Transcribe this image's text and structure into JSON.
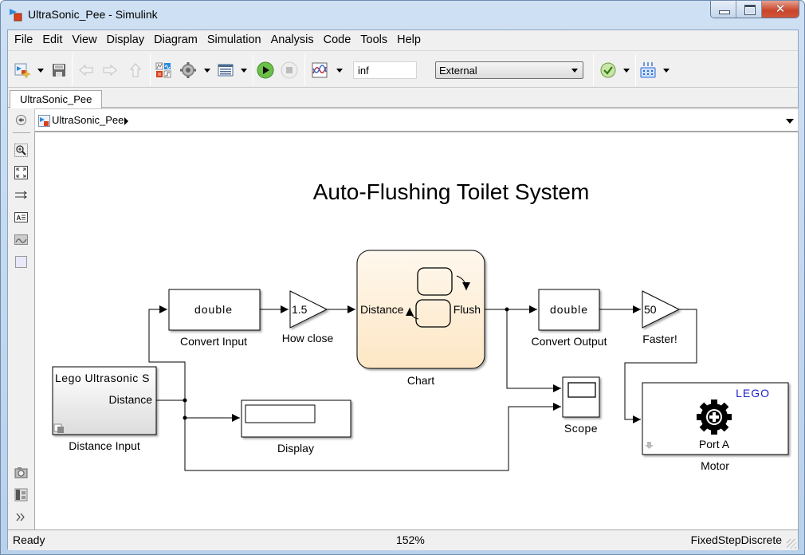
{
  "window": {
    "title": "UltraSonic_Pee - Simulink",
    "controls": {
      "minimize": "minimize",
      "maximize": "maximize",
      "close": "✕"
    }
  },
  "menu": [
    "File",
    "Edit",
    "View",
    "Display",
    "Diagram",
    "Simulation",
    "Analysis",
    "Code",
    "Tools",
    "Help"
  ],
  "toolbar": {
    "stop_time": "inf",
    "simulation_mode": "External",
    "icons": [
      "new-model-icon",
      "save-icon",
      "back-icon",
      "forward-icon",
      "up-icon",
      "library-browser-icon",
      "model-config-icon",
      "model-explorer-icon",
      "run-icon",
      "stop-icon",
      "simulation-data-inspector-icon",
      "model-advisor-icon",
      "build-icon"
    ]
  },
  "tabs": [
    {
      "label": "UltraSonic_Pee",
      "active": true
    }
  ],
  "breadcrumb": {
    "model": "UltraSonic_Pee"
  },
  "leftbar": {
    "icons": [
      "hide-explorer-icon",
      "zoom-icon",
      "fit-to-view-icon",
      "signal-routing-icon",
      "annotation-icon",
      "image-icon",
      "area-icon",
      "screenshot-icon",
      "model-browser-icon",
      "more-icon"
    ]
  },
  "diagram": {
    "title": "Auto-Flushing Toilet System",
    "blocks": {
      "distance_input": {
        "text": "Lego Ultrasonic S",
        "port": "Distance",
        "label": "Distance Input"
      },
      "convert_input": {
        "text": "double",
        "label": "Convert Input"
      },
      "how_close": {
        "text": "1.5",
        "label": "How close"
      },
      "chart": {
        "in_port": "Distance",
        "out_port": "Flush",
        "label": "Chart"
      },
      "convert_output": {
        "text": "double",
        "label": "Convert Output"
      },
      "faster": {
        "text": "50",
        "label": "Faster!"
      },
      "display": {
        "label": "Display"
      },
      "scope": {
        "label": "Scope"
      },
      "motor": {
        "brand": "LEGO",
        "port": "Port A",
        "label": "Motor"
      }
    },
    "colors": {
      "lego_text": "#2222cc",
      "chart_fill_top": "#fff8ee",
      "chart_fill_bottom": "#fde8c8"
    }
  },
  "status": {
    "left": "Ready",
    "zoom": "152%",
    "solver": "FixedStepDiscrete"
  }
}
